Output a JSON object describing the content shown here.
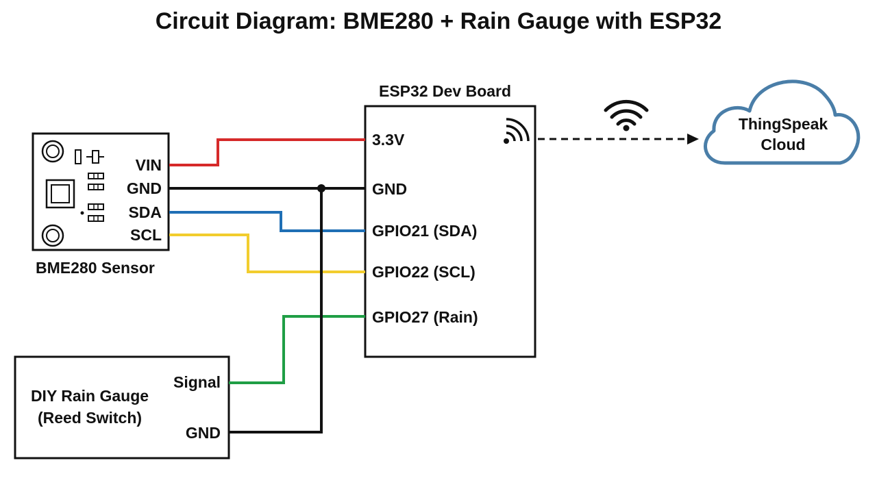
{
  "title": "Circuit Diagram: BME280 + Rain Gauge with ESP32",
  "bme280": {
    "caption": "BME280 Sensor",
    "pins": [
      "VIN",
      "GND",
      "SDA",
      "SCL"
    ]
  },
  "esp32": {
    "caption": "ESP32 Dev Board",
    "pins": [
      "3.3V",
      "GND",
      "GPIO21 (SDA)",
      "GPIO22 (SCL)",
      "GPIO27 (Rain)"
    ]
  },
  "rain_gauge": {
    "title_line1": "DIY Rain Gauge",
    "title_line2": "(Reed Switch)",
    "pins": [
      "Signal",
      "GND"
    ]
  },
  "cloud": {
    "line1": "ThingSpeak",
    "line2": "Cloud"
  },
  "wires": [
    {
      "from": "VIN",
      "to": "3.3V",
      "color": "#d62a2a"
    },
    {
      "from": "GND",
      "to": "GND",
      "color": "#111111"
    },
    {
      "from": "SDA",
      "to": "GPIO21 (SDA)",
      "color": "#1f6fb5"
    },
    {
      "from": "SCL",
      "to": "GPIO22 (SCL)",
      "color": "#f2cd2e"
    },
    {
      "from": "Signal",
      "to": "GPIO27 (Rain)",
      "color": "#1f9e45"
    },
    {
      "from": "Rain Gauge GND",
      "to": "GND",
      "color": "#111111"
    }
  ],
  "icons": [
    "wifi-signal-icon",
    "wifi-icon",
    "arrow-icon",
    "cloud-icon"
  ],
  "colors": {
    "cloud_outline": "#4a7ea8",
    "outline": "#111111"
  }
}
